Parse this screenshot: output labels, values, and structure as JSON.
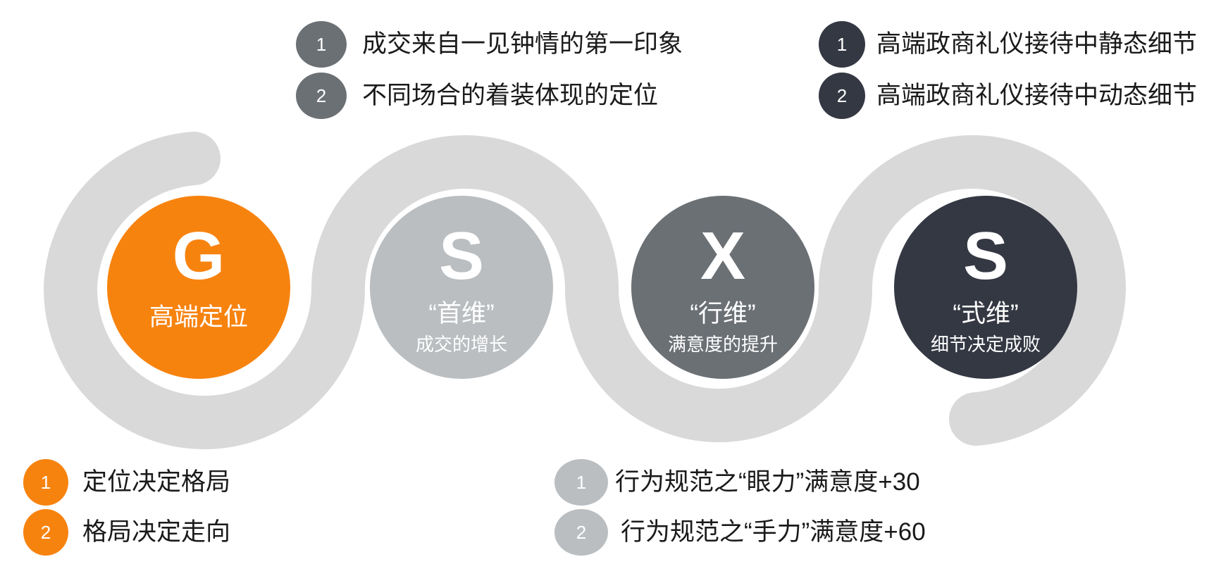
{
  "colors": {
    "orange": "#f7830f",
    "light_gray": "#babec1",
    "mid_gray": "#6b7075",
    "dark": "#343843",
    "wave": "#d9d9d9"
  },
  "circles": [
    {
      "letter": "G",
      "title": "高端定位",
      "subtitle": ""
    },
    {
      "letter": "S",
      "title": "“首维”",
      "subtitle": "成交的增长"
    },
    {
      "letter": "X",
      "title": "“行维”",
      "subtitle": "满意度的提升"
    },
    {
      "letter": "S",
      "title": "“式维”",
      "subtitle": "细节决定成败"
    }
  ],
  "top_left_list": [
    {
      "num": "1",
      "text": "成交来自一见钟情的第一印象"
    },
    {
      "num": "2",
      "text": "不同场合的着装体现的定位"
    }
  ],
  "top_right_list": [
    {
      "num": "1",
      "text": "高端政商礼仪接待中静态细节"
    },
    {
      "num": "2",
      "text": "高端政商礼仪接待中动态细节"
    }
  ],
  "bottom_left_list": [
    {
      "num": "1",
      "text": "定位决定格局"
    },
    {
      "num": "2",
      "text": "格局决定走向"
    }
  ],
  "bottom_right_list": [
    {
      "num": "1",
      "text": "行为规范之“眼力”满意度+30"
    },
    {
      "num": "2",
      "text": "行为规范之“手力”满意度+60"
    }
  ]
}
